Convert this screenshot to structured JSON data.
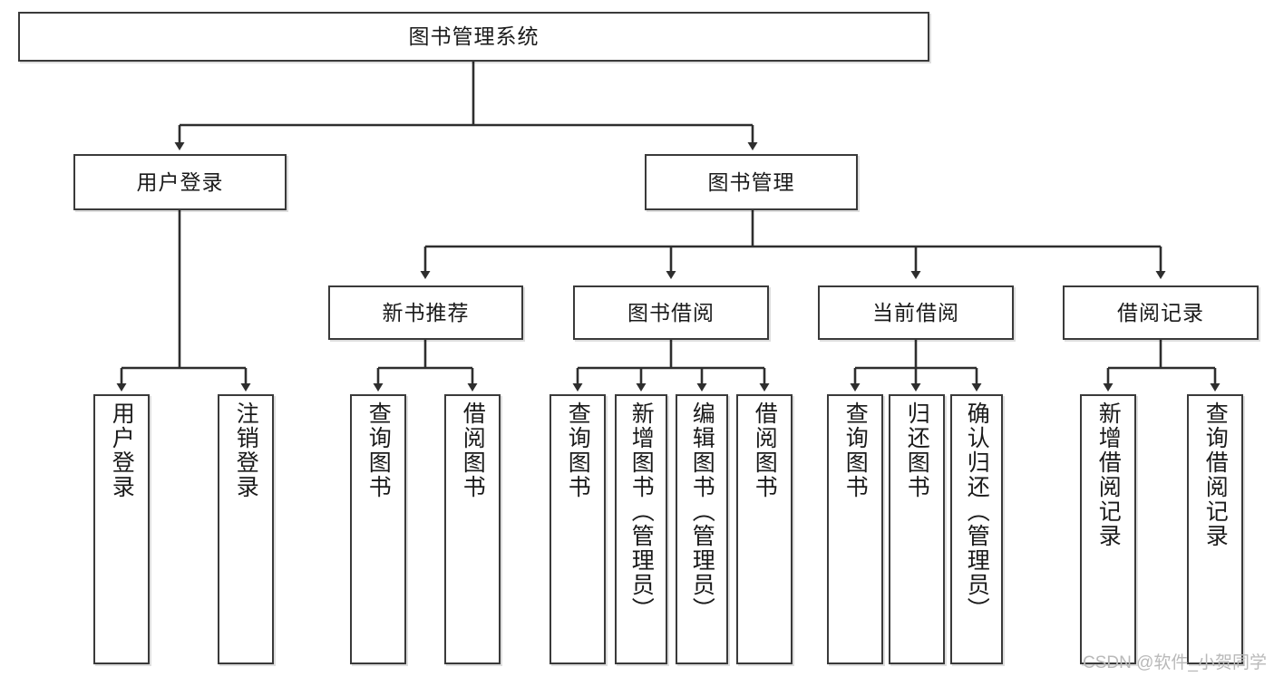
{
  "diagram": {
    "title": "图书管理系统",
    "watermark": "CSDN @软件_小贺同学",
    "colors": {
      "box_border": "#3a3a3a",
      "box_fill": "#ffffff",
      "connector": "#2e2e2e",
      "text": "#1a1a1a",
      "watermark": "#b9b9b9"
    },
    "root": {
      "label": "图书管理系统"
    },
    "level2": [
      {
        "label": "用户登录"
      },
      {
        "label": "图书管理"
      }
    ],
    "level3": [
      {
        "label": "新书推荐"
      },
      {
        "label": "图书借阅"
      },
      {
        "label": "当前借阅"
      },
      {
        "label": "借阅记录"
      }
    ],
    "leaves": {
      "user_login": [
        {
          "label": "用户登录"
        },
        {
          "label": "注销登录"
        }
      ],
      "new_book_recommend": [
        {
          "label": "查询图书"
        },
        {
          "label": "借阅图书"
        }
      ],
      "book_borrow": [
        {
          "label": "查询图书"
        },
        {
          "label": "新增图书（管理员）"
        },
        {
          "label": "编辑图书（管理员）"
        },
        {
          "label": "借阅图书"
        }
      ],
      "current_borrow": [
        {
          "label": "查询图书"
        },
        {
          "label": "归还图书"
        },
        {
          "label": "确认归还（管理员）"
        }
      ],
      "borrow_record": [
        {
          "label": "新增借阅记录"
        },
        {
          "label": "查询借阅记录"
        }
      ]
    }
  }
}
